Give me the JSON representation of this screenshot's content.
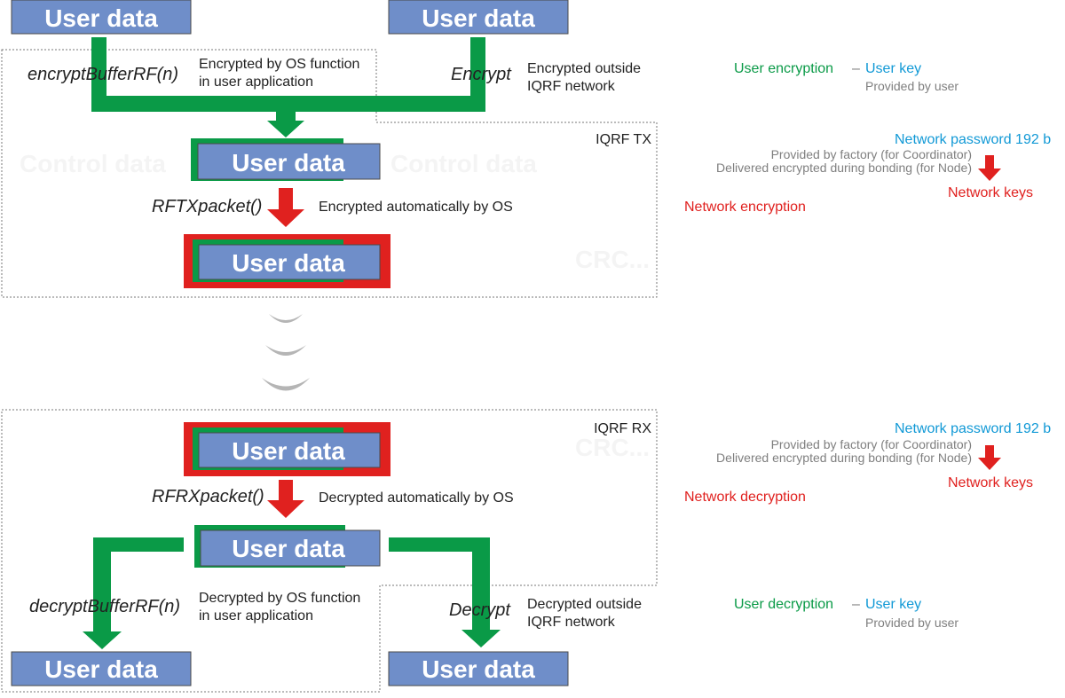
{
  "colors": {
    "blue_box": "#6f8ec9",
    "blue_box_border": "#4a4a4a",
    "green": "#0a9a47",
    "red": "#e0211f",
    "cyan": "#1199d6",
    "grey": "#7f7f7f",
    "ghost": "#f4f4f4",
    "dotted": "#777777"
  },
  "block_label": "User data",
  "ghost_text": {
    "control_data_left": "Control data",
    "control_data_right": "Control data",
    "crc_tx": "CRC...",
    "crc_rx": "CRC..."
  },
  "tx": {
    "area_label": "IQRF TX",
    "encrypt_fn": "encryptBufferRF(n)",
    "encrypt_fn_note_l1": "Encrypted by OS function",
    "encrypt_fn_note_l2": "in user application",
    "encrypt_ext": "Encrypt",
    "encrypt_ext_note_l1": "Encrypted outside",
    "encrypt_ext_note_l2": "IQRF network",
    "packet_fn": "RFTXpacket()",
    "packet_note": "Encrypted automatically by OS"
  },
  "rx": {
    "area_label": "IQRF RX",
    "packet_fn": "RFRXpacket()",
    "packet_note": "Decrypted automatically by OS",
    "decrypt_fn": "decryptBufferRF(n)",
    "decrypt_fn_note_l1": "Decrypted by OS function",
    "decrypt_fn_note_l2": "in user application",
    "decrypt_ext": "Decrypt",
    "decrypt_ext_note_l1": "Decrypted outside",
    "decrypt_ext_note_l2": "IQRF network"
  },
  "legend": {
    "user_encryption": "User encryption",
    "dash": "–",
    "user_key": "User key",
    "provided_by_user": "Provided by user",
    "network_password": "Network password 192 b",
    "factory_coordinator": "Provided by factory (for Coordinator)",
    "bonding_node": "Delivered encrypted during bonding (for Node)",
    "network_keys": "Network keys",
    "network_encryption": "Network encryption",
    "network_decryption": "Network decryption",
    "user_decryption": "User decryption"
  }
}
